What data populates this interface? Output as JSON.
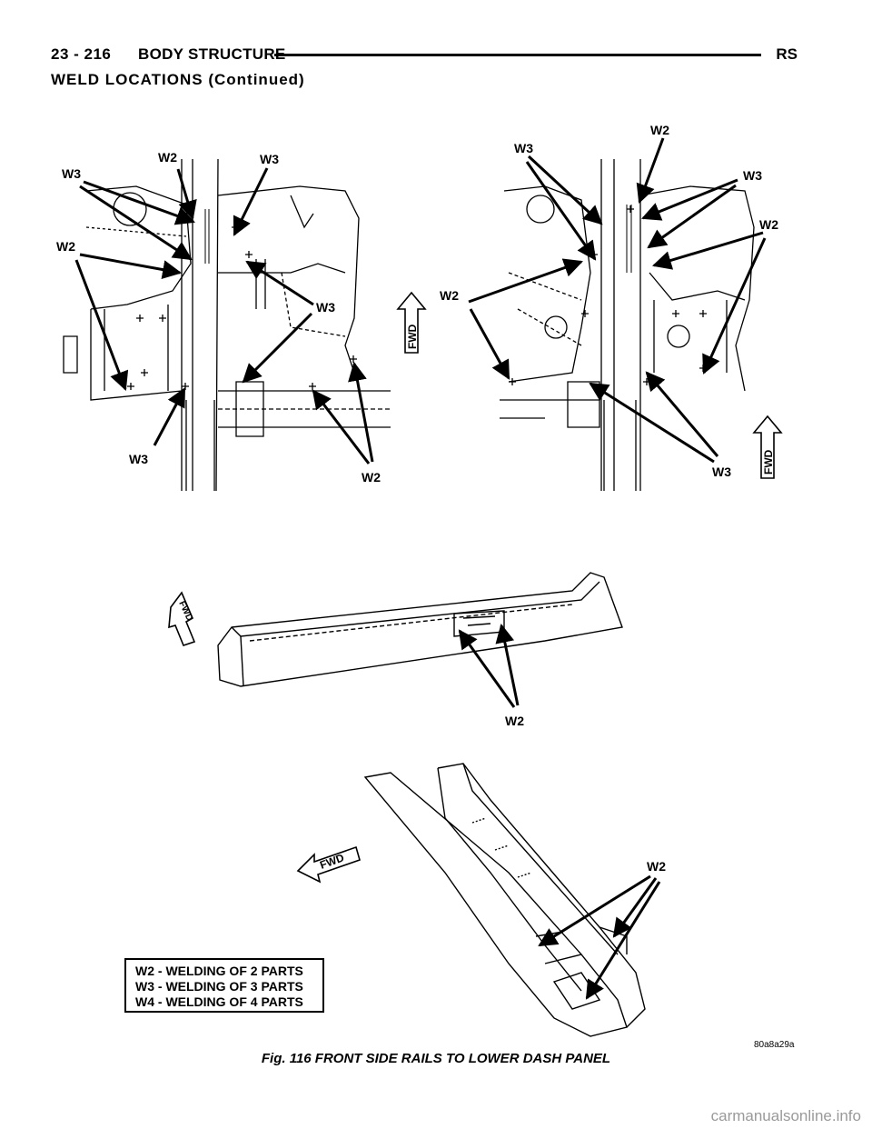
{
  "header": {
    "page_number": "23 - 216",
    "section": "BODY STRUCTURE",
    "model_code": "RS"
  },
  "section_title": "WELD LOCATIONS (Continued)",
  "figure": {
    "caption": "Fig. 116 FRONT SIDE RAILS TO LOWER DASH PANEL",
    "code": "80a8a29a",
    "fwd_label": "FWD",
    "callouts": {
      "w2": "W2",
      "w3": "W3"
    }
  },
  "legend": {
    "items": [
      "W2 - WELDING OF 2 PARTS",
      "W3 - WELDING OF 3 PARTS",
      "W4 - WELDING OF 4 PARTS"
    ]
  },
  "watermark": "carmanualsonline.info"
}
